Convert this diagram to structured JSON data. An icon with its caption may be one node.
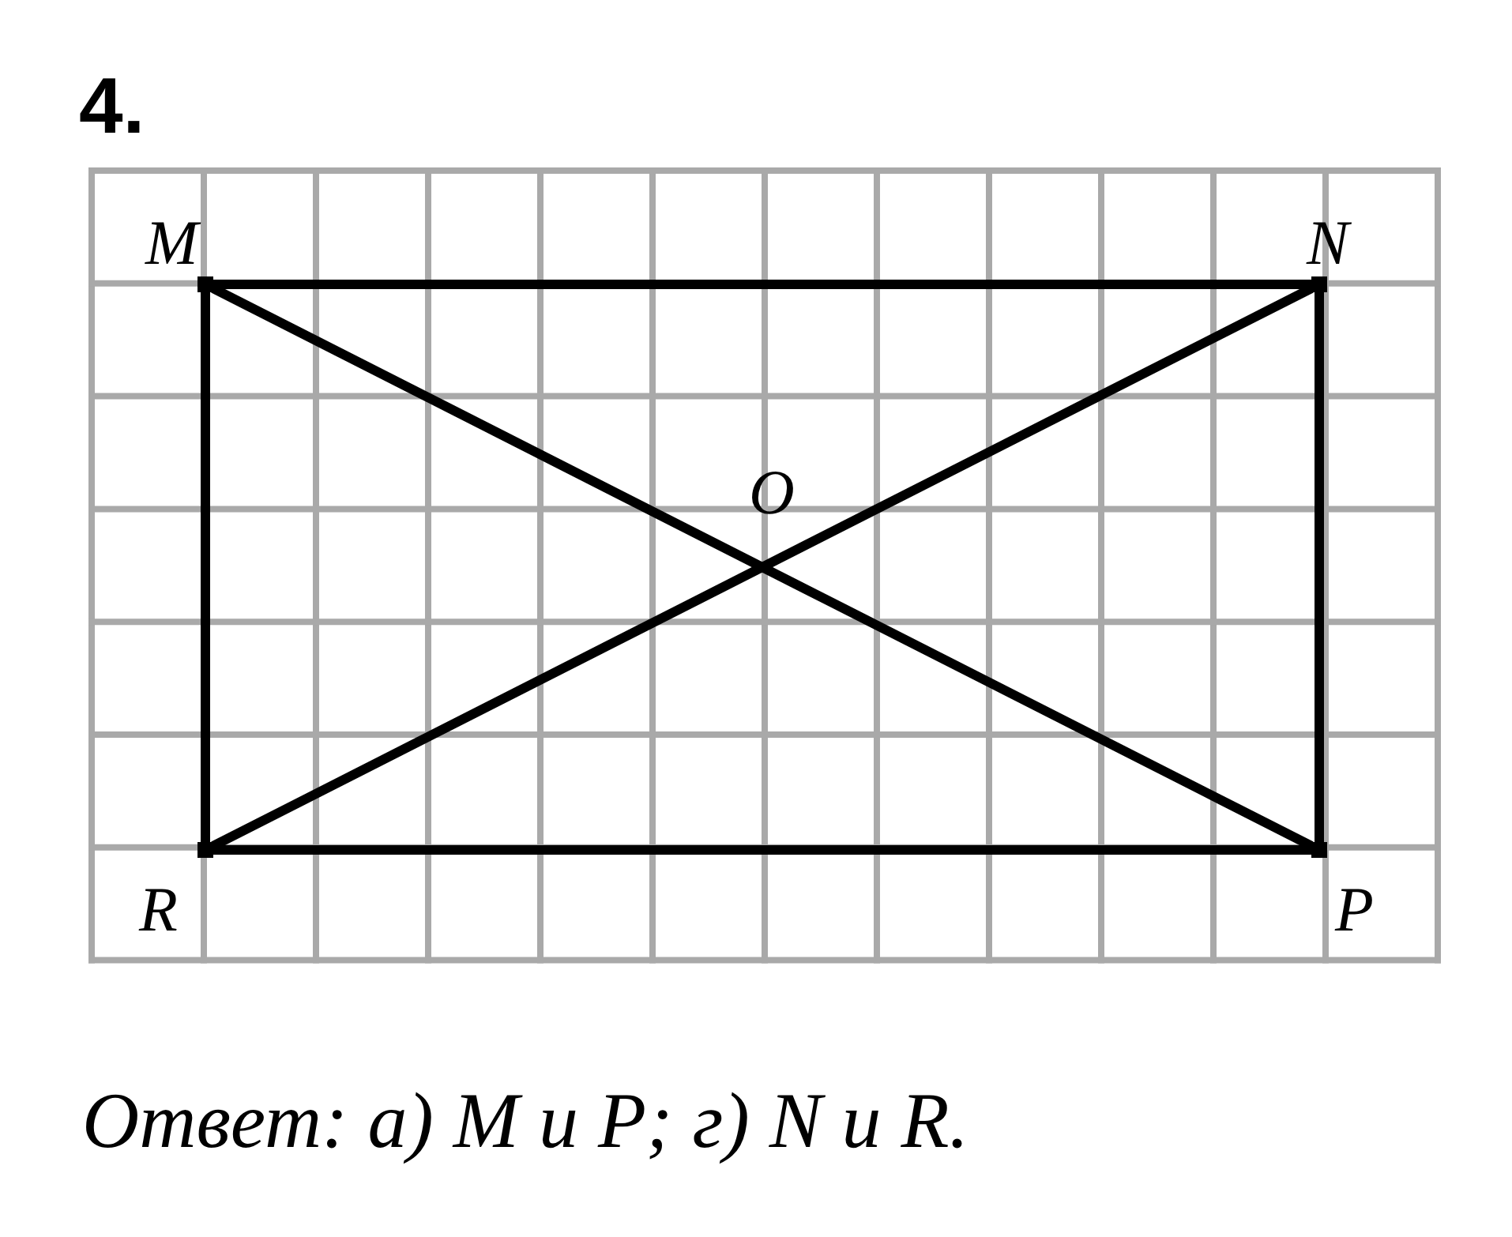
{
  "diagram": {
    "title": "4.",
    "nodes": [
      {
        "text": [],
        "shape": "point",
        "beside": [
          "M"
        ]
      },
      {
        "text": [],
        "shape": "point",
        "beside": [
          "N"
        ]
      },
      {
        "text": [],
        "shape": "point",
        "beside": [
          "P"
        ]
      },
      {
        "text": [],
        "shape": "point",
        "beside": [
          "R"
        ]
      }
    ],
    "edges": [
      {
        "from": 0,
        "to": 1,
        "arrow": "none"
      },
      {
        "from": 1,
        "to": 2,
        "arrow": "none"
      },
      {
        "from": 2,
        "to": 3,
        "arrow": "none"
      },
      {
        "from": 3,
        "to": 0,
        "arrow": "none"
      },
      {
        "from": 0,
        "to": 2,
        "arrow": "none"
      },
      {
        "from": 1,
        "to": 3,
        "arrow": "none"
      }
    ],
    "labels": [
      "O",
      "Ответ: а) M и P; г) N и R."
    ]
  }
}
